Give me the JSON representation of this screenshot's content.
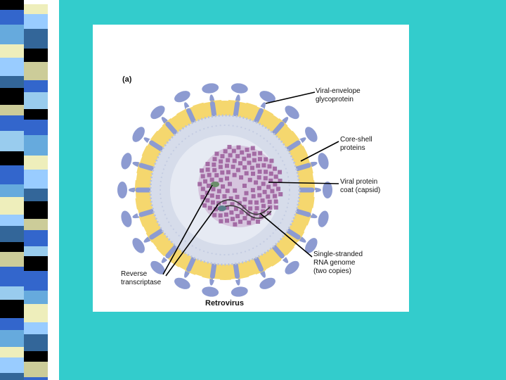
{
  "figure": {
    "panel_label": "(a)",
    "caption": "Retrovirus",
    "labels": {
      "envelope_glycoprotein": "Viral-envelope\nglycoprotein",
      "core_shell": "Core-shell\nproteins",
      "capsid": "Viral protein\ncoat (capsid)",
      "rna_genome": "Single-stranded\nRNA genome\n(two copies)",
      "reverse_transcriptase": "Reverse\ntranscriptase"
    }
  },
  "colors": {
    "background": "#33cccc",
    "envelope_layer": "#f5d76e",
    "glycoprotein": "#8d9bd1",
    "core_shell": "#d6dcea",
    "capsid": "#9a5a9a",
    "stripe_blue": "#3366cc",
    "stripe_black": "#000000"
  }
}
